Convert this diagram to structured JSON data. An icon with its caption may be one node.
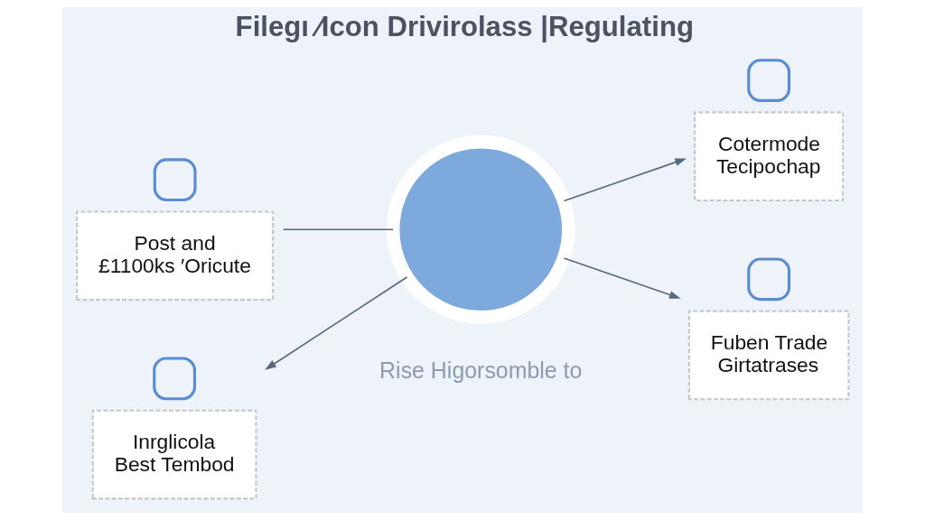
{
  "diagram": {
    "title": "Filegı ⁄Icon Drivirolass |Regulating",
    "nodes": [
      {
        "text": [
          "Post and £1100ks ′Oricute"
        ]
      },
      {
        "text": [
          "Cotermode Tecipochap"
        ]
      },
      {
        "text": [],
        "shape": "heart"
      },
      {
        "text": [
          "Inrglicola Best Tembod"
        ]
      },
      {
        "text": [
          "Fuben Trade Girtatrases"
        ]
      }
    ],
    "edges": [
      {
        "from": 0,
        "to": 2,
        "arrow": "none"
      },
      {
        "from": 2,
        "to": 1,
        "arrow": "to"
      },
      {
        "from": 2,
        "to": 3,
        "arrow": "to"
      },
      {
        "from": 2,
        "to": 4,
        "arrow": "to"
      }
    ],
    "labels": [
      "Rise Higorsomble to"
    ]
  }
}
